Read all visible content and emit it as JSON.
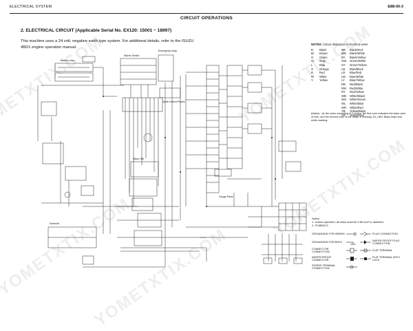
{
  "header": {
    "left": "ELECTRICAL SYSTEM",
    "center": "CIRCUIT OPERATIONS",
    "right": "E88-00-3"
  },
  "section": {
    "title": "2.  ELECTRICAL CIRCUIT (Applicable Serial No. EX120: 15001 ~ 18997)",
    "intro": "This machine uses a 24 volt, negative earth type system. For additional details, refer to the ISUZU 4BD1 engine operation manual."
  },
  "notes": {
    "title": "NOTES:",
    "subtitle": "Colour distinction of electrical wires",
    "colors": [
      [
        "B",
        "Black",
        "BR",
        "Black/Red"
      ],
      [
        "Br",
        "Brown",
        "BW",
        "Black/White"
      ],
      [
        "G",
        "Green",
        "BY",
        "Black/Yellow"
      ],
      [
        "Gr",
        "Gray",
        "GW",
        "Green/White"
      ],
      [
        "L",
        "Blue",
        "GY",
        "Green/Yellow"
      ],
      [
        "O",
        "Orange",
        "LB",
        "Blue/Black"
      ],
      [
        "R",
        "Red",
        "LR",
        "Blue/Red"
      ],
      [
        "W",
        "White",
        "LW",
        "Blue/White"
      ],
      [
        "Y",
        "Yellow",
        "LY",
        "Blue/Yellow"
      ],
      [
        "",
        "",
        "RB",
        "Red/Black"
      ],
      [
        "",
        "",
        "RW",
        "Red/White"
      ],
      [
        "",
        "",
        "RY",
        "Red/Yellow"
      ],
      [
        "",
        "",
        "WB",
        "White/Black"
      ],
      [
        "",
        "",
        "WG",
        "White/Green"
      ],
      [
        "",
        "",
        "WL",
        "White/Blue"
      ],
      [
        "",
        "",
        "WR",
        "White/Red"
      ],
      [
        "",
        "",
        "YB",
        "Yellow/Black"
      ],
      [
        "",
        "",
        "YR",
        "Yellow/Red"
      ]
    ],
    "example": "(Notes) :  As the wires consisting of 2 colors, the first color indicates the base color of wire, and the second color is the stripe of marking. Ex.) BW: Black base and white marking.",
    "bottom_title": "Notes:",
    "bottom_1": "1. Unless specified, all wires shall be 0.85 mm² in diameter.",
    "bottom_2": "2. SYMBOLS"
  },
  "legend": [
    {
      "left": "GROUNDING FOR WIRING",
      "right": "PLUG CONNECTION"
    },
    {
      "left": "GROUNDING FOR BODY",
      "right": "WATER-PROOF PLUG CONNECTION"
    },
    {
      "left": "CONNECTOR CONNECTION",
      "right": "FLAT TERMINAL"
    },
    {
      "left": "WATER-PROOF CONNECTOR",
      "right": "FLAT TERMINAL WITH LOCK"
    },
    {
      "left": "SCREW TERMINAL CONNECTION",
      "right": ""
    }
  ],
  "diagram_labels": {
    "starter_switch": "Starter Switch",
    "emergency_relay": "Emergency relay",
    "battery_relay": "Battery relay",
    "quick_detent": "Quick Detent Pulses",
    "gauge_panel": "Gauge Panel",
    "wiper_sw": "Wiper SW",
    "solenoid": "Solenoid"
  },
  "watermark": "YOMETXTIX.COM"
}
